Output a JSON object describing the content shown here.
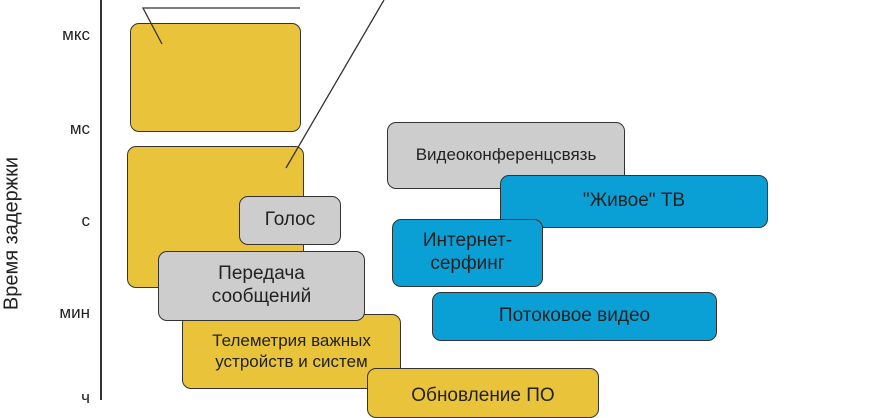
{
  "axis": {
    "title": "Время задержки",
    "ticks": [
      "мкс",
      "мс",
      "с",
      "мин",
      "ч"
    ]
  },
  "boxes": {
    "voice": "Голос",
    "messaging": "Передача сообщений",
    "telemetry": "Телеметрия важных устройств и систем",
    "sw_update": "Обновление ПО",
    "videoconf": "Видеоконференцсвязь",
    "live_tv": "\"Живое\" ТВ",
    "web_surfing": "Интернет-серфинг",
    "streaming": "Потоковое видео"
  },
  "colors": {
    "yellow": "#e9c43b",
    "gray": "#cdcdcd",
    "blue": "#0aa0d6"
  }
}
